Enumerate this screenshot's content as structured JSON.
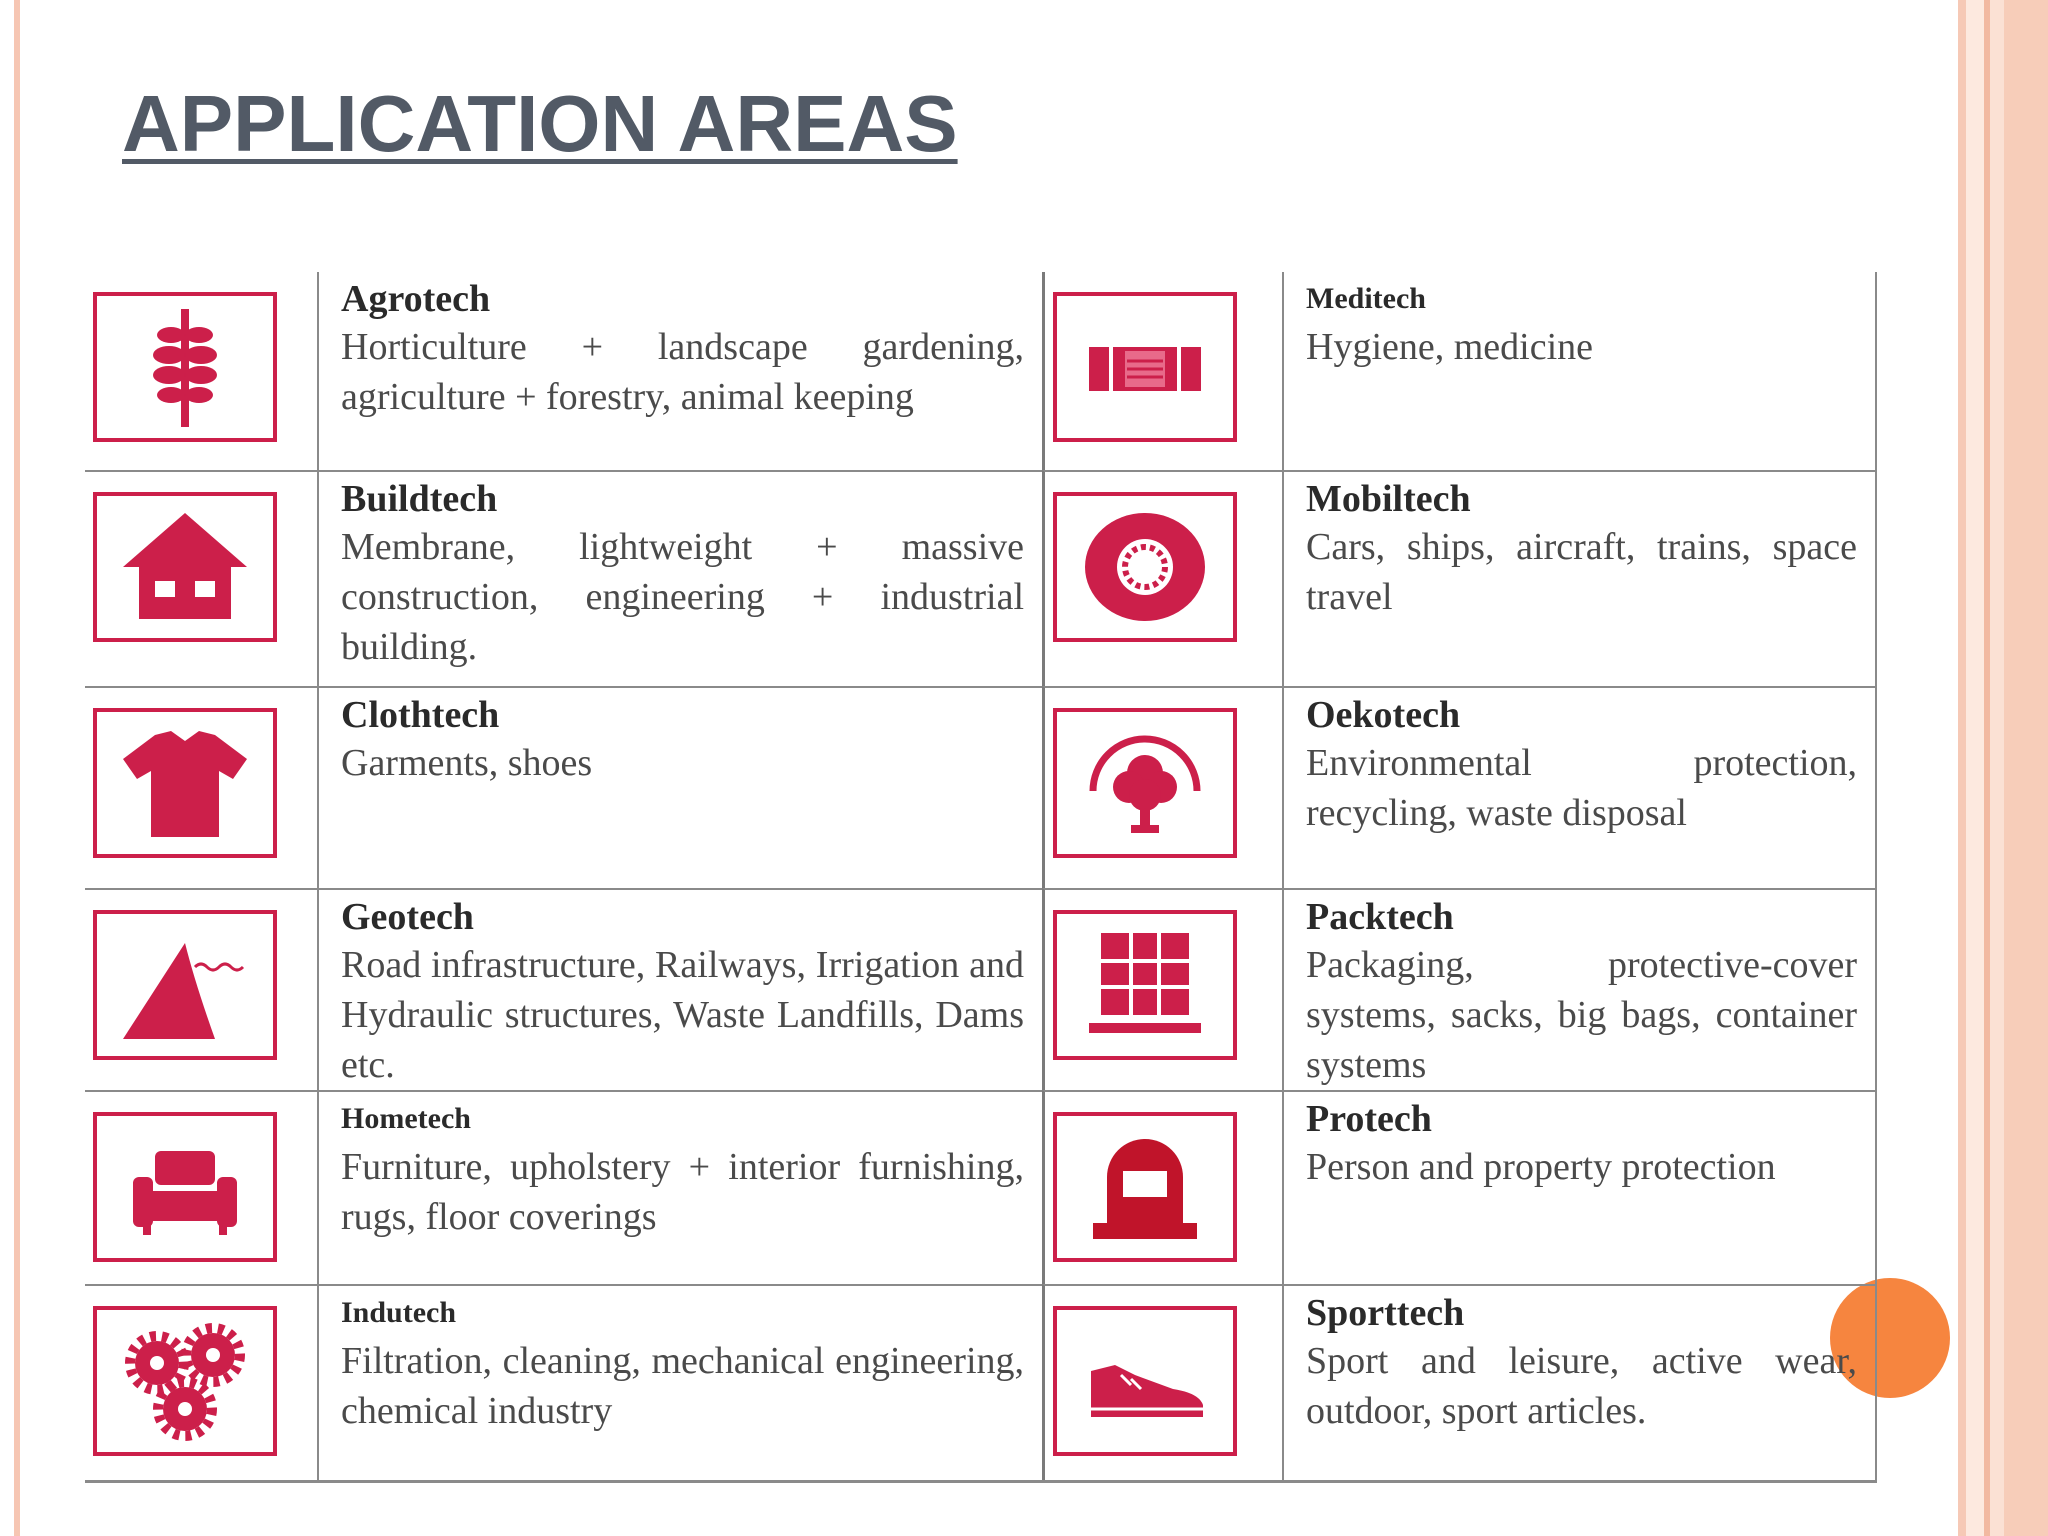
{
  "slide": {
    "title": "APPLICATION AREAS"
  },
  "colors": {
    "icon_red": "#cc1f4a",
    "title_gray": "#525a66",
    "accent_orange": "#f6853f"
  },
  "areas": [
    {
      "name": "Agrotech",
      "description": "Horticulture + landscape gardening, agriculture + forestry, animal keeping",
      "icon": "wheat-icon"
    },
    {
      "name": "Meditech",
      "description": "Hygiene, medicine",
      "icon": "bandage-icon"
    },
    {
      "name": "Buildtech",
      "description": "Membrane, lightweight + massive construction, engineering + industrial building.",
      "icon": "house-icon"
    },
    {
      "name": "Mobiltech",
      "description": "Cars, ships, aircraft, trains, space travel",
      "icon": "wheel-icon"
    },
    {
      "name": "Clothtech",
      "description": "Garments, shoes",
      "icon": "tshirt-icon"
    },
    {
      "name": "Oekotech",
      "description": "Environmental protection, recycling, waste disposal",
      "icon": "tree-icon"
    },
    {
      "name": "Geotech",
      "description": "Road infrastructure, Railways, Irrigation and Hydraulic structures, Waste Landfills, Dams etc.",
      "icon": "dam-icon"
    },
    {
      "name": "Packtech",
      "description": "Packaging, protective-cover systems, sacks, big bags, container systems",
      "icon": "pallet-icon"
    },
    {
      "name": "Hometech",
      "description": "Furniture, upholstery + interior furnishing, rugs, floor coverings",
      "icon": "armchair-icon"
    },
    {
      "name": "Protech",
      "description": "Person and property protection",
      "icon": "helmet-icon"
    },
    {
      "name": "Indutech",
      "description": "Filtration, cleaning, mechanical engineering, chemical industry",
      "icon": "gears-icon"
    },
    {
      "name": "Sporttech",
      "description": "Sport and leisure, active wear, outdoor, sport articles.",
      "icon": "shoe-icon"
    }
  ]
}
